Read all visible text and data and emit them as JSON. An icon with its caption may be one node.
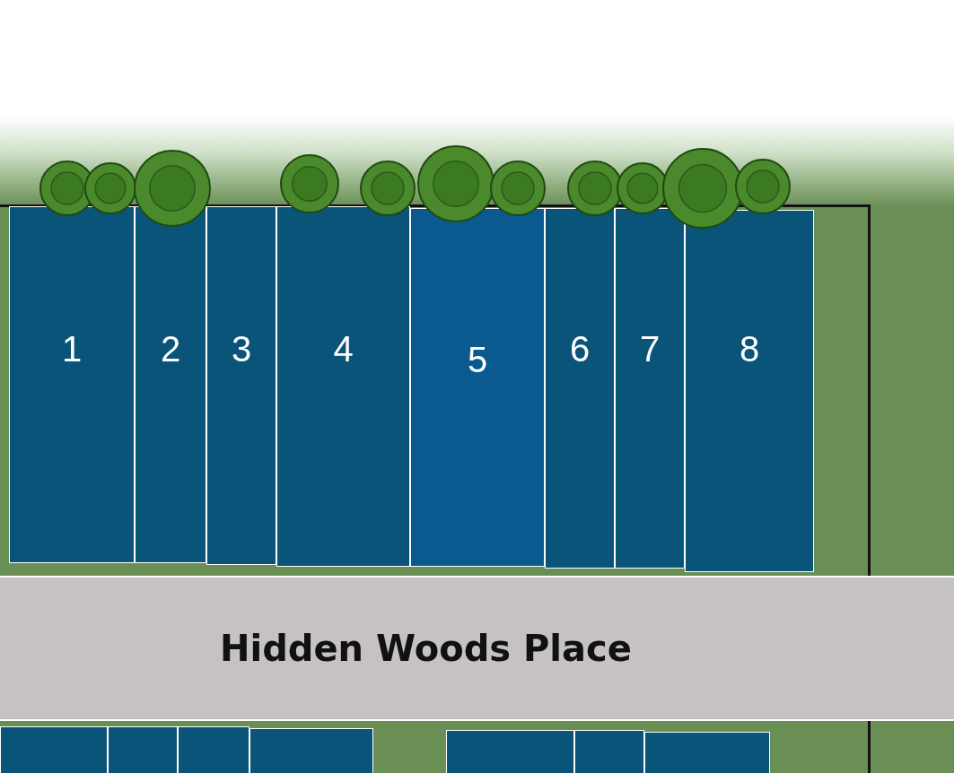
{
  "diagram": {
    "nodes": [
      {
        "text": [
          "1"
        ]
      },
      {
        "text": [
          "2"
        ]
      },
      {
        "text": [
          "3"
        ]
      },
      {
        "text": [
          "4"
        ]
      },
      {
        "text": [
          "5"
        ]
      },
      {
        "text": [
          "6"
        ]
      },
      {
        "text": [
          "7"
        ]
      },
      {
        "text": [
          "8"
        ]
      },
      {
        "text": [],
        "shape": "box"
      },
      {
        "text": [],
        "shape": "box"
      },
      {
        "text": [],
        "shape": "box"
      },
      {
        "text": [],
        "shape": "box"
      },
      {
        "text": [],
        "shape": "box"
      },
      {
        "text": [],
        "shape": "box"
      },
      {
        "text": [],
        "shape": "box"
      }
    ],
    "edges": [],
    "labels": [
      "Hidden Woods Place"
    ]
  }
}
